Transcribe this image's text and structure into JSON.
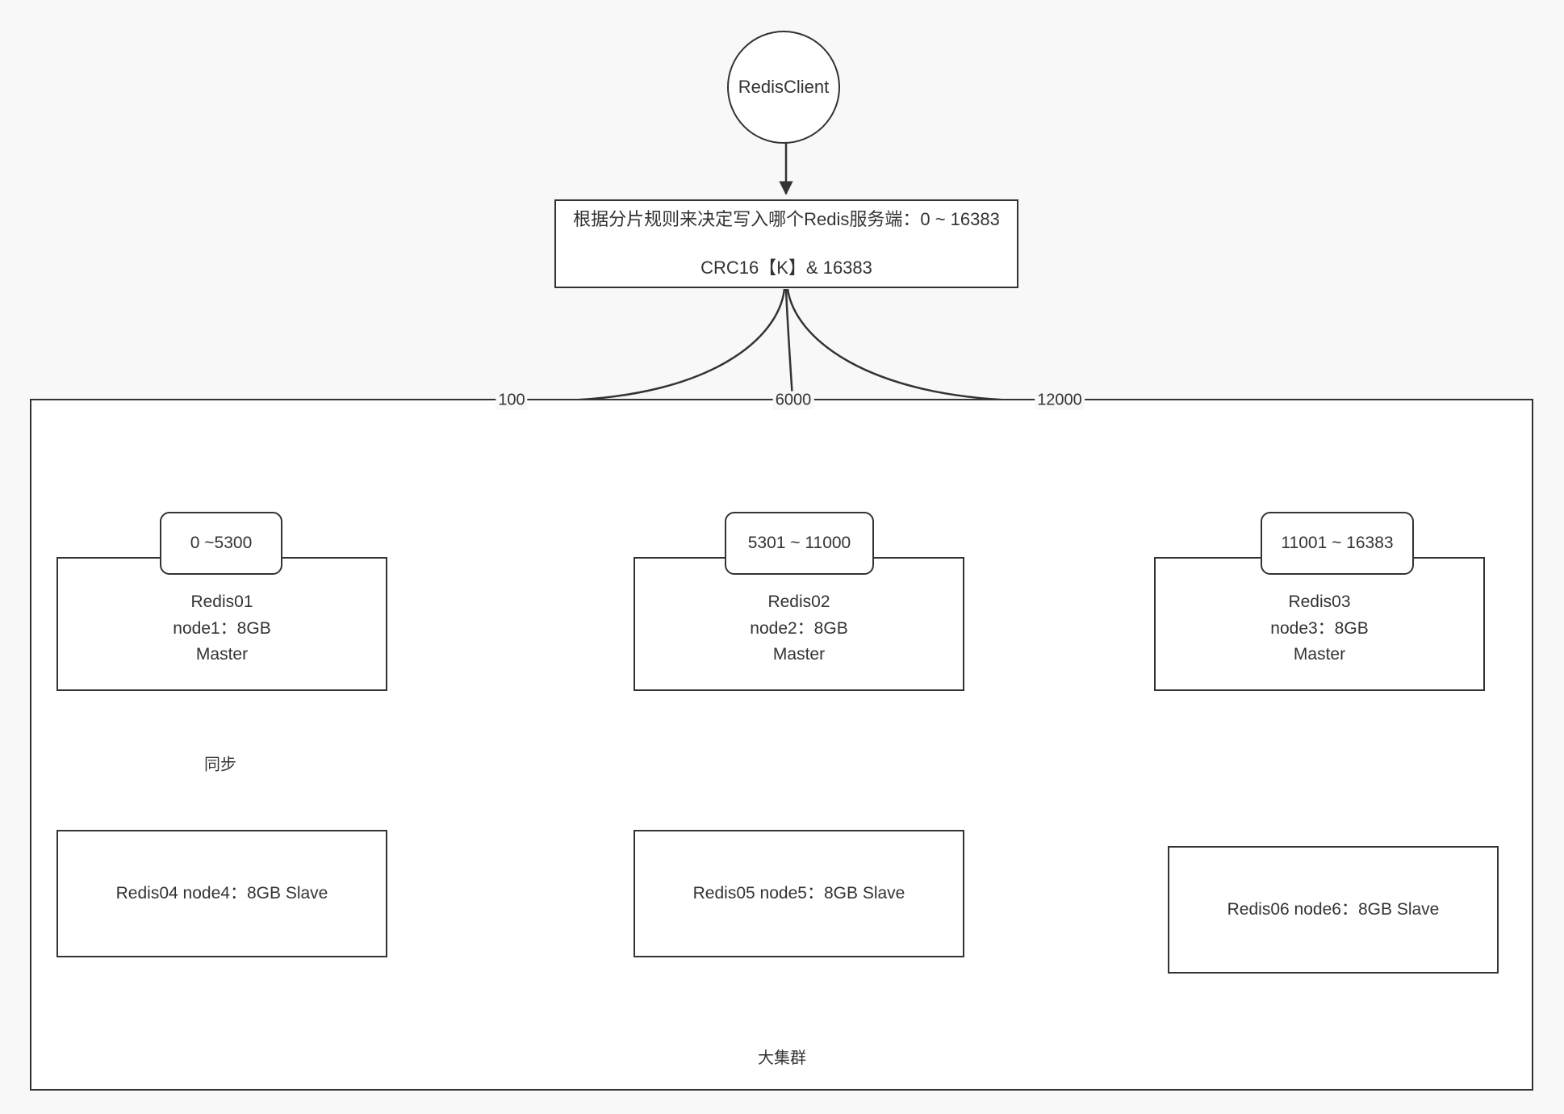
{
  "diagram": {
    "title_client": "RedisClient",
    "decision": {
      "line1": "根据分片规则来决定写入哪个Redis服务端：0 ~ 16383",
      "line2": "CRC16【K】& 16383"
    },
    "edge_labels": {
      "to_node1": "100",
      "to_node2": "6000",
      "to_node3": "12000",
      "sync": "同步"
    },
    "cluster": {
      "label": "大集群"
    },
    "slots": [
      {
        "range": "0 ~5300"
      },
      {
        "range": "5301 ~ 11000"
      },
      {
        "range": "11001 ~ 16383"
      }
    ],
    "masters": [
      {
        "name": "Redis01",
        "node": "node1：8GB",
        "role": "Master"
      },
      {
        "name": "Redis02",
        "node": "node2：8GB",
        "role": "Master"
      },
      {
        "name": "Redis03",
        "node": "node3：8GB",
        "role": "Master"
      }
    ],
    "slaves": [
      {
        "name": "Redis04",
        "node": "node4：8GB",
        "role": "Slave"
      },
      {
        "name": "Redis05",
        "node": "node5：8GB",
        "role": "Slave"
      },
      {
        "name": "Redis06",
        "node": "node6：8GB",
        "role": "Slave"
      }
    ],
    "colors": {
      "stroke": "#333333",
      "page_background": "#f8f8f8",
      "node_fill": "#ffffff"
    }
  }
}
